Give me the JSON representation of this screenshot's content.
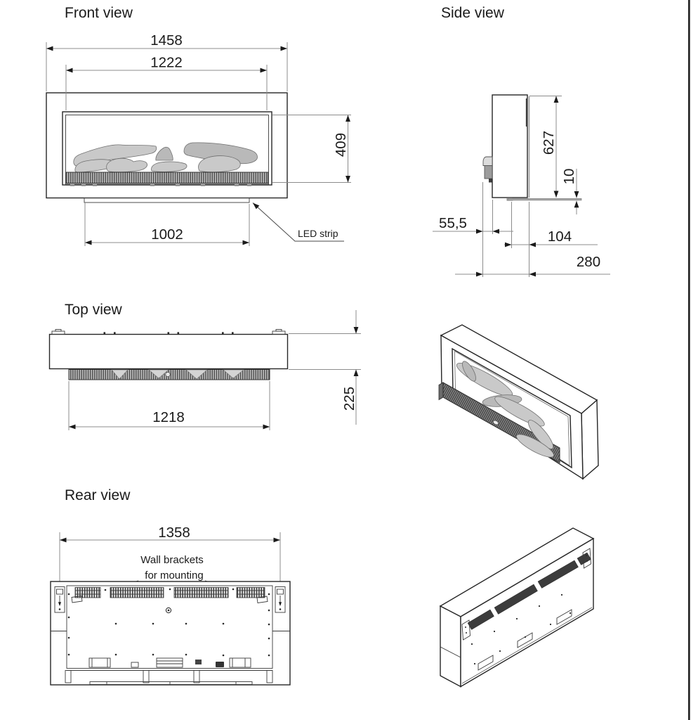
{
  "colors": {
    "object_line": "#262626",
    "dimension_line": "#8c8c8c",
    "text": "#1a1a1a",
    "log_fill": "#c9c9c9",
    "fuel_bed_dark": "#4e4e4e",
    "page_edge": "#1f1f1f"
  },
  "views": {
    "front": {
      "title": "Front view",
      "dim_overall_width": "1458",
      "dim_opening_width": "1222",
      "dim_opening_height": "409",
      "dim_base_width": "1002",
      "led_label": "LED strip"
    },
    "side": {
      "title": "Side view",
      "dim_height": "627",
      "dim_ledge_thickness": "10",
      "dim_front_offset": "55,5",
      "dim_body_depth": "104",
      "dim_total_depth": "280"
    },
    "top": {
      "title": "Top view",
      "dim_bed_width": "1218",
      "dim_depth": "225"
    },
    "rear": {
      "title": "Rear view",
      "dim_bracket_spacing": "1358",
      "bracket_label_line1": "Wall brackets",
      "bracket_label_line2": "for mounting"
    }
  }
}
